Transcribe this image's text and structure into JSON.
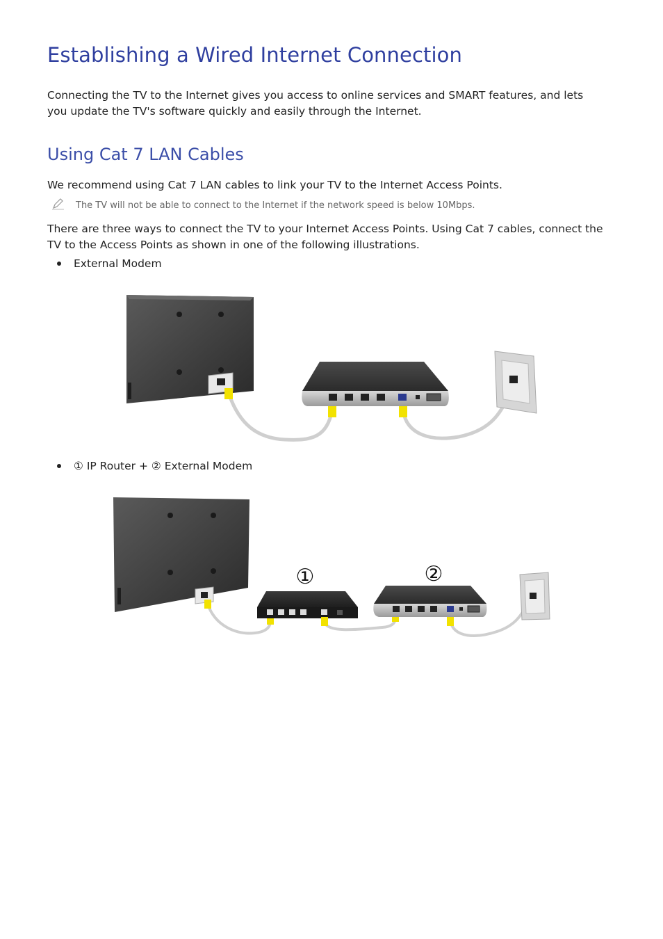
{
  "title": "Establishing a Wired Internet Connection",
  "intro": "Connecting the TV to the Internet gives you access to online services and SMART features, and lets you update the TV's software quickly and easily through the Internet.",
  "section": {
    "heading": "Using Cat 7 LAN Cables",
    "recommend": "We recommend using Cat 7 LAN cables to link your TV to the Internet Access Points.",
    "note": "The TV will not be able to connect to the Internet if the network speed is below 10Mbps.",
    "ways": "There are three ways to connect the TV to your Internet Access Points. Using Cat 7 cables, connect the TV to the Access Points as shown in one of the following illustrations.",
    "bullets": [
      "External Modem",
      "① IP Router + ② External Modem"
    ],
    "diagram2_labels": [
      "①",
      "②"
    ]
  },
  "colors": {
    "title": "#2f3f9f",
    "heading": "#3b4ea8",
    "cable_plug": "#f2e200",
    "device_body": "#3a3a3a"
  }
}
